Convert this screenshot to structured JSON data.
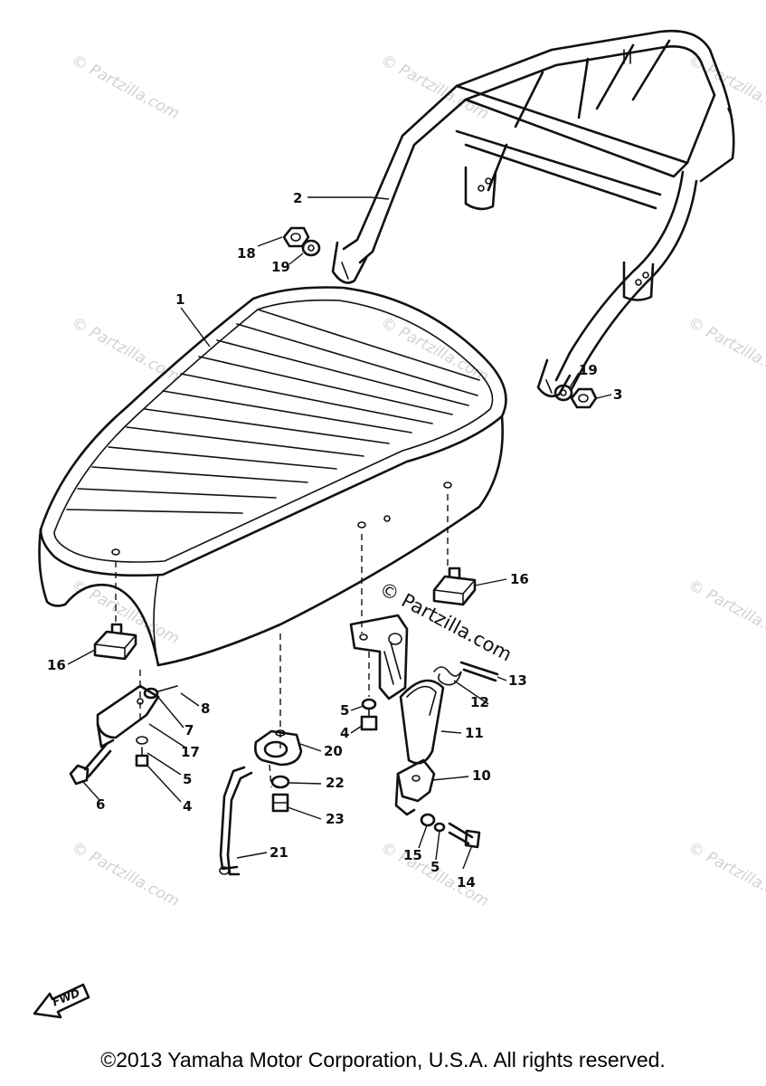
{
  "watermark": {
    "text": "© Partzilla.com",
    "color": "#d2d2d2"
  },
  "center_watermark": "© Partzilla.com",
  "fwd_label": "FWD",
  "copyright": "©2013 Yamaha Motor Corporation, U.S.A. All rights reserved.",
  "callouts": {
    "c1": "1",
    "c2": "2",
    "c3": "3",
    "c18": "18",
    "c19a": "19",
    "c19b": "19",
    "c16a": "16",
    "c16b": "16",
    "c8": "8",
    "c7": "7",
    "c17": "17",
    "c5a": "5",
    "c4a": "4",
    "c6": "6",
    "c20": "20",
    "c22": "22",
    "c23": "23",
    "c21": "21",
    "c5b": "5",
    "c4b": "4",
    "c13": "13",
    "c12": "12",
    "c11": "11",
    "c10": "10",
    "c15": "15",
    "c5c": "5",
    "c14": "14"
  }
}
